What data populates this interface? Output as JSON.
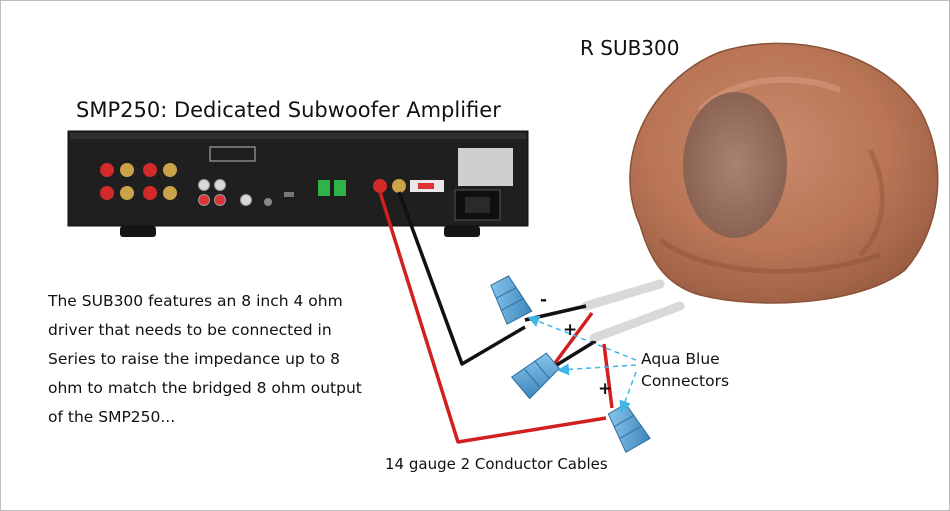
{
  "diagram": {
    "amp_title": "SMP250: Dedicated Subwoofer Amplifier",
    "speaker_title": "R SUB300",
    "description": [
      "The SUB300 features an 8 inch 4 ohm",
      "driver that needs to be connected in",
      "Series to raise the impedance up to 8",
      "ohm to match the bridged 8 ohm output",
      "of the SMP250..."
    ],
    "connectors_label": [
      "Aqua Blue",
      "Connectors"
    ],
    "cable_label": "14 gauge 2 Conductor Cables",
    "polarity": {
      "minus": "-",
      "plus": "+"
    }
  },
  "colors": {
    "wire_red": "#d21f1f",
    "wire_black": "#111111",
    "connector_blue": "#5aa6d8",
    "dashed_arrow": "#3fb6e6",
    "rock": "#b97556",
    "amp_body": "#1f1f1f"
  }
}
